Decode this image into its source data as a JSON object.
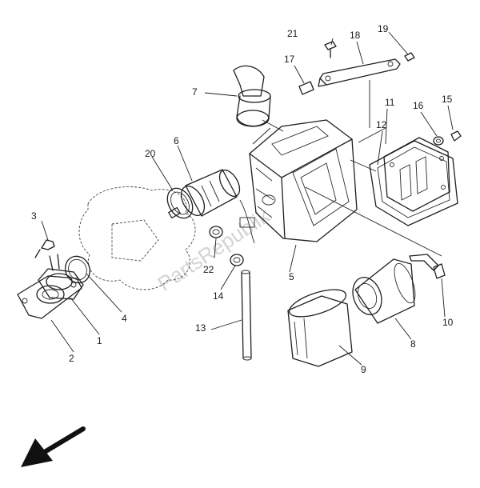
{
  "diagram": {
    "callout_labels": {
      "p1": "1",
      "p2": "2",
      "p3": "3",
      "p4": "4",
      "p5": "5",
      "p6": "6",
      "p7": "7",
      "p8": "8",
      "p9": "9",
      "p10": "10",
      "p11": "11",
      "p12": "12",
      "p13": "13",
      "p14": "14",
      "p15": "15",
      "p16": "16",
      "p17": "17",
      "p18": "18",
      "p19": "19",
      "p20": "20",
      "p21": "21",
      "p22": "22"
    },
    "watermark": "PartsRepublik",
    "direction_arrow_icon": "front-direction-arrow-icon",
    "colors": {
      "ink": "#1f1f1f",
      "watermark": "#d4d4d4",
      "background": "#ffffff"
    }
  }
}
